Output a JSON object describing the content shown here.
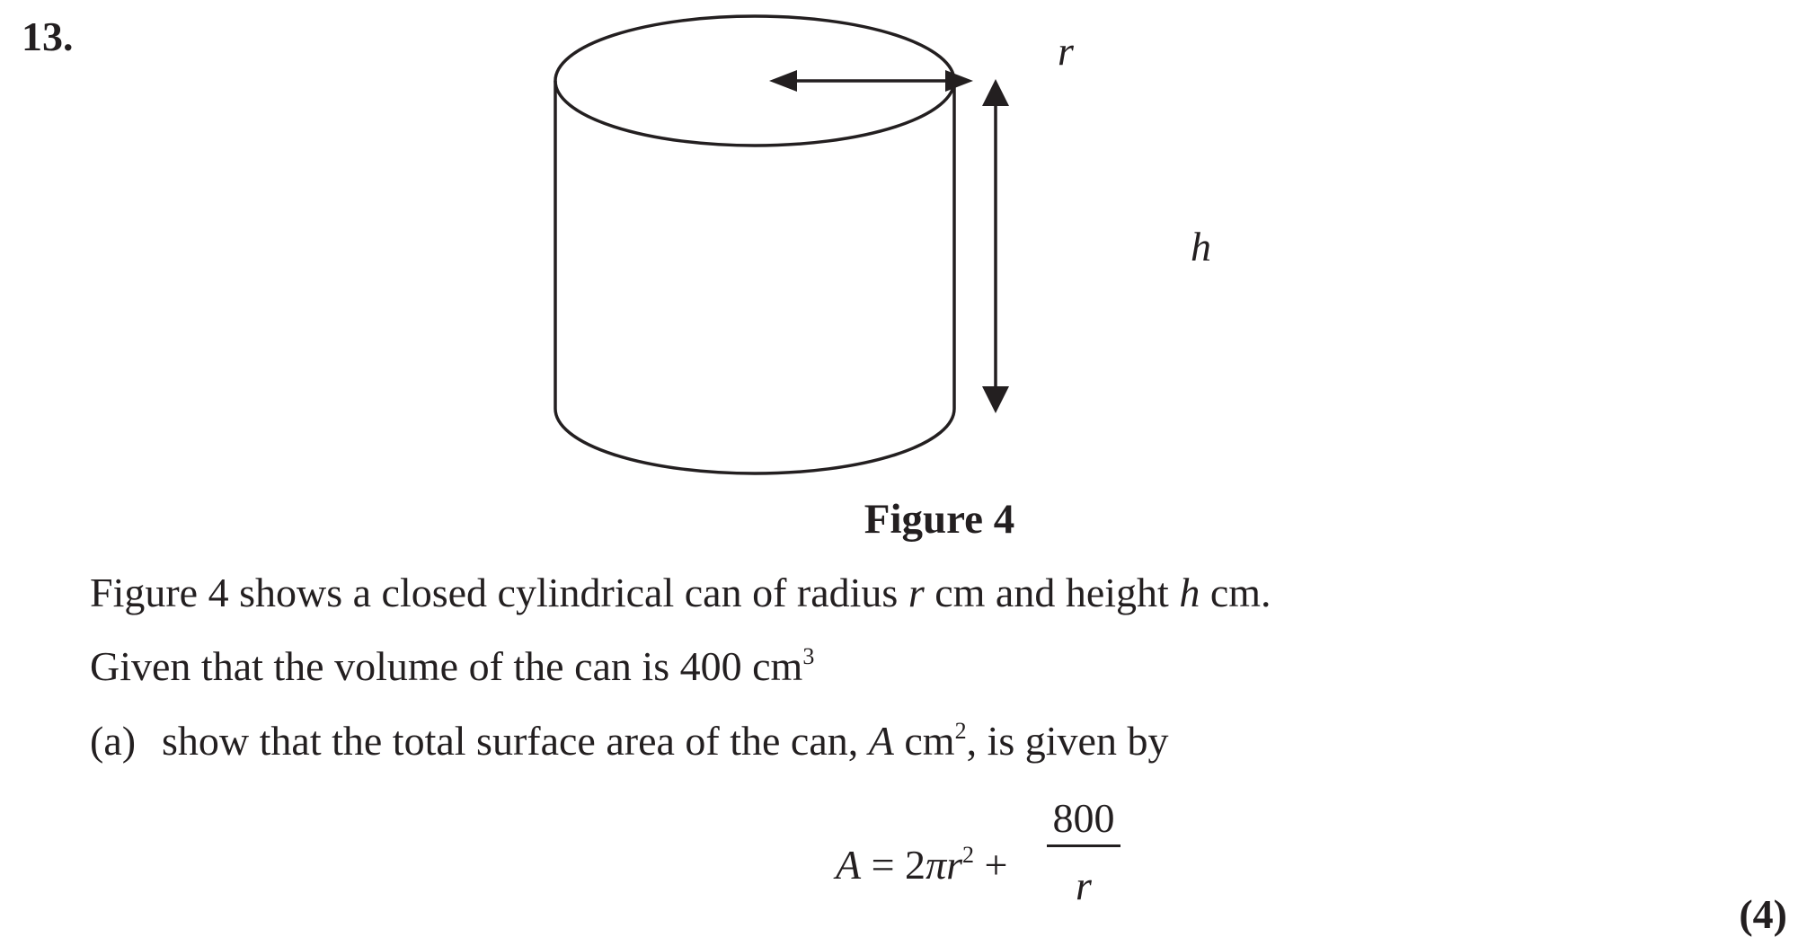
{
  "question": {
    "number": "13."
  },
  "figure": {
    "caption": "Figure 4",
    "radius_label": "r",
    "height_label": "h"
  },
  "text": {
    "line1": {
      "a": "Figure 4 shows a closed cylindrical can of radius ",
      "r": "r",
      "b": " cm and height ",
      "h": "h",
      "c": " cm."
    },
    "line2": {
      "a": "Given that the volume of the can is 400 cm",
      "exp": "3"
    },
    "part_a": {
      "label": "(a)",
      "a": "show that the total surface area of the can, ",
      "A": "A",
      "b": " cm",
      "exp": "2",
      "c": ", is given by"
    },
    "formula": {
      "A": "A",
      "eq": " = 2",
      "pi": "πr",
      "exp": "2",
      "plus": " +",
      "numerator": "800",
      "denominator": "r"
    },
    "marks": "(4)"
  }
}
